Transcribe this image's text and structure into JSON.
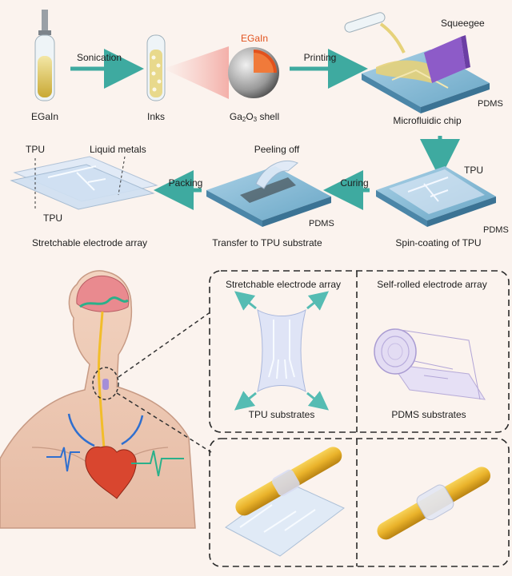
{
  "colors": {
    "background": "#fbf3ee",
    "arrow": "#3eaaa0",
    "liquid_metal": "#d9c15a",
    "egain_core": "#e2521d",
    "pdms_block": "#6aa7c6",
    "tpu_film": "#dfeaf7",
    "squeegee": "#8d5bc8",
    "nerve": "#f2bd2a",
    "ecg_blue": "#2f6fcf",
    "ecg_green": "#2bb08a",
    "dashed_box": "#2a2a2a"
  },
  "process": {
    "egain_label": "EGaIn",
    "sonication_label": "Sonication",
    "inks_label": "Inks",
    "droplet_core_label": "EGaIn",
    "shell_label_prefix": "Ga",
    "shell_label_sub1": "2",
    "shell_label_mid": "O",
    "shell_label_sub2": "3",
    "shell_label_suffix": " shell",
    "printing_label": "Printing",
    "squeegee_label": "Squeegee",
    "pdms_label_1": "PDMS",
    "microfluidic_label": "Microfluidic chip",
    "tpu_label_spin": "TPU",
    "pdms_label_2": "PDMS",
    "spin_coating_label": "Spin-coating of TPU",
    "curing_label": "Curing",
    "peeling_label": "Peeling off",
    "pdms_label_3": "PDMS",
    "transfer_label": "Transfer to TPU substrate",
    "packing_label": "Packing",
    "tpu_label_top": "TPU",
    "liquid_metals_label": "Liquid metals",
    "tpu_label_bottom": "TPU",
    "stretchable_label": "Stretchable electrode array"
  },
  "panels": {
    "stretchable_title": "Stretchable electrode array",
    "self_rolled_title": "Self-rolled electrode array",
    "tpu_substrates": "TPU substrates",
    "pdms_substrates": "PDMS substrates"
  },
  "icons": [
    "syringe-icon",
    "test-tube-icon",
    "droplet-icon",
    "squeegee-icon",
    "stretch-arrow-icon",
    "human-figure-icon",
    "heart-icon",
    "brain-icon",
    "nerve-icon",
    "roll-icon"
  ]
}
